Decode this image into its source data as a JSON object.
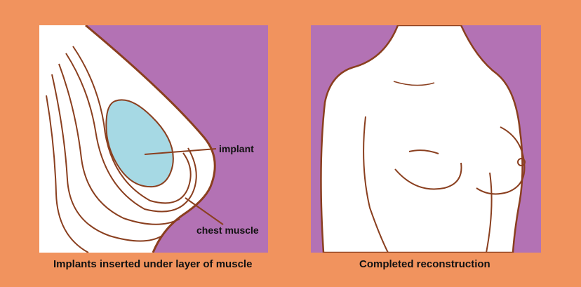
{
  "panels": [
    {
      "caption": "Implants inserted under layer of muscle",
      "labels": {
        "implant": "implant",
        "chest_muscle": "chest muscle"
      }
    },
    {
      "caption": "Completed reconstruction"
    }
  ],
  "colors": {
    "frame": "#f1935e",
    "background_purple": "#b372b4",
    "implant_blue": "#a6d9e4",
    "outline_brown": "#8a3f1f",
    "skin": "#ffffff"
  }
}
